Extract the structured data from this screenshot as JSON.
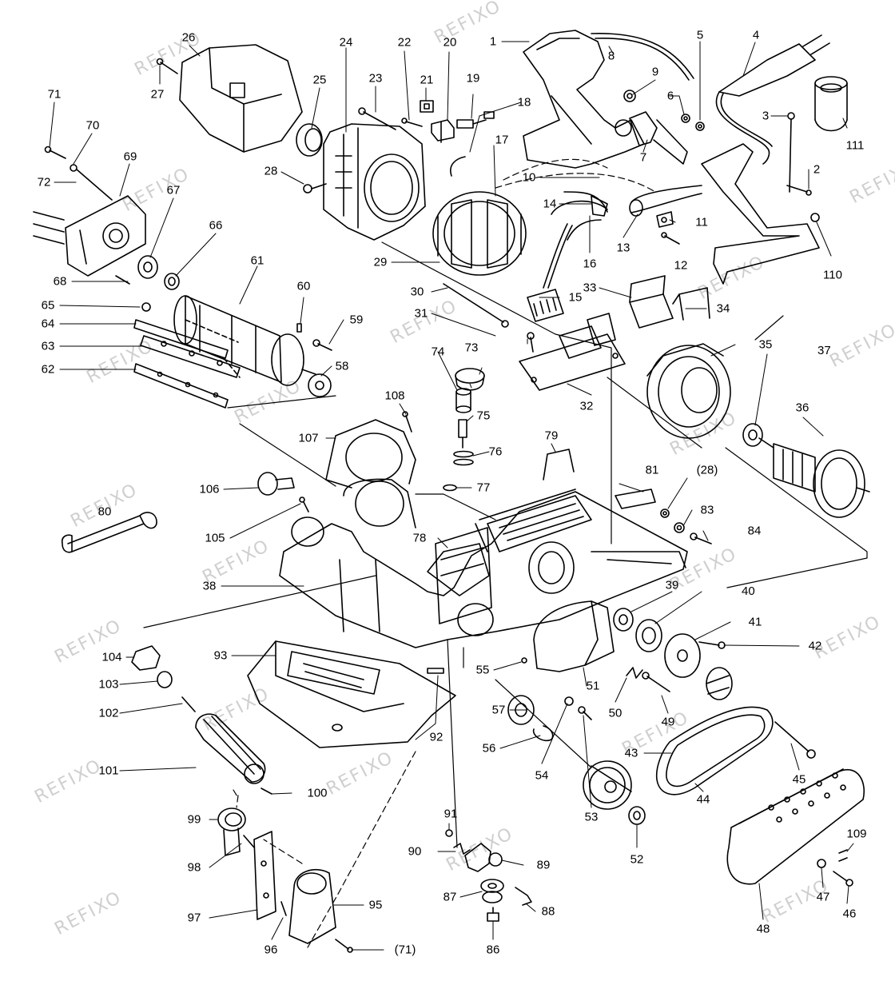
{
  "watermark": "REFIXO",
  "part_labels": {
    "p1": "1",
    "p2": "2",
    "p3": "3",
    "p4": "4",
    "p5": "5",
    "p6": "6",
    "p7": "7",
    "p8": "8",
    "p9": "9",
    "p10": "10",
    "p11": "11",
    "p12": "12",
    "p13": "13",
    "p14": "14",
    "p15": "15",
    "p16": "16",
    "p17": "17",
    "p18": "18",
    "p19": "19",
    "p20": "20",
    "p21": "21",
    "p22": "22",
    "p23": "23",
    "p24": "24",
    "p25": "25",
    "p26": "26",
    "p27": "27",
    "p28": "28",
    "p28b": "(28)",
    "p29": "29",
    "p30": "30",
    "p31": "31",
    "p32": "32",
    "p33": "33",
    "p34": "34",
    "p35": "35",
    "p36": "36",
    "p37": "37",
    "p38": "38",
    "p39": "39",
    "p40": "40",
    "p41": "41",
    "p42": "42",
    "p43": "43",
    "p44": "44",
    "p45": "45",
    "p46": "46",
    "p47": "47",
    "p48": "48",
    "p49": "49",
    "p50": "50",
    "p51": "51",
    "p52": "52",
    "p53": "53",
    "p54": "54",
    "p55": "55",
    "p56": "56",
    "p57": "57",
    "p58": "58",
    "p59": "59",
    "p60": "60",
    "p61": "61",
    "p62": "62",
    "p63": "63",
    "p64": "64",
    "p65": "65",
    "p66": "66",
    "p67": "67",
    "p68": "68",
    "p69": "69",
    "p70": "70",
    "p71": "71",
    "p71b": "(71)",
    "p72": "72",
    "p73": "73",
    "p74": "74",
    "p75": "75",
    "p76": "76",
    "p77": "77",
    "p78": "78",
    "p79": "79",
    "p80": "80",
    "p81": "81",
    "p83": "83",
    "p84": "84",
    "p86": "86",
    "p87": "87",
    "p88": "88",
    "p89": "89",
    "p90": "90",
    "p91": "91",
    "p92": "92",
    "p93": "93",
    "p95": "95",
    "p96": "96",
    "p97": "97",
    "p98": "98",
    "p99": "99",
    "p100": "100",
    "p101": "101",
    "p102": "102",
    "p103": "103",
    "p104": "104",
    "p105": "105",
    "p106": "106",
    "p107": "107",
    "p108": "108",
    "p109": "109",
    "p110": "110",
    "p111": "111"
  }
}
